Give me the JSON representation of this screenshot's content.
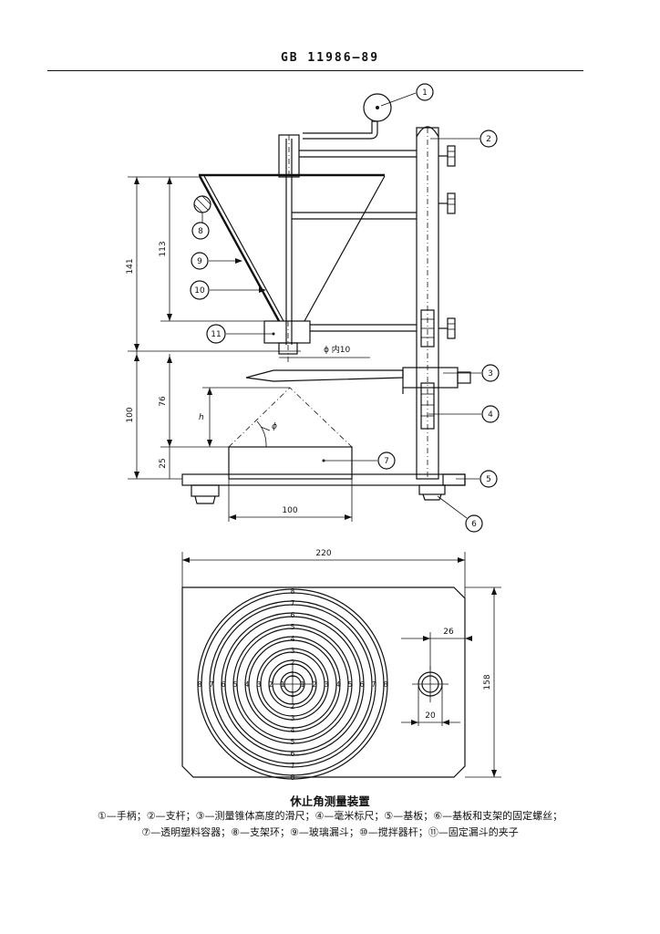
{
  "header": {
    "standard_code": "GB 11986—89"
  },
  "apparatus": {
    "callouts": [
      "1",
      "2",
      "3",
      "4",
      "5",
      "6",
      "7",
      "8",
      "9",
      "10",
      "11"
    ],
    "dimensions": {
      "d141": "141",
      "d113": "113",
      "d100": "100",
      "d76": "76",
      "d25": "25",
      "h": "h",
      "phi": "ϕ",
      "outlet": "ϕ 内10",
      "base_width": "100"
    }
  },
  "plate": {
    "dimensions": {
      "width": "220",
      "height": "158",
      "offset": "26",
      "hole": "20"
    },
    "ring_numbers": [
      "1",
      "2",
      "3",
      "4",
      "5",
      "6",
      "7",
      "8"
    ]
  },
  "caption": "休止角测量装置",
  "legend_line1": "①—手柄；②—支杆；③—测量锥体高度的滑尺；④—毫米标尺；⑤—基板；⑥—基板和支架的固定螺丝；",
  "legend_line2": "⑦—透明塑料容器；⑧—支架环；⑨—玻璃漏斗；⑩—搅拌器杆；⑪—固定漏斗的夹子"
}
